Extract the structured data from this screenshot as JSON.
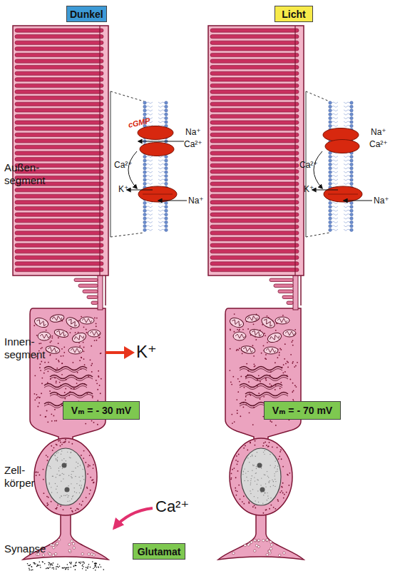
{
  "diagram": {
    "nodes": [
      {
        "text": [
          "Dunkel"
        ]
      },
      {
        "text": [
          "Licht"
        ]
      },
      {
        "text": [
          "Vₘ = - 30 mV"
        ]
      },
      {
        "text": [
          "Vₘ = - 70 mV"
        ]
      },
      {
        "text": [
          "Glutamat"
        ]
      }
    ],
    "labels": [
      "Außen- segment",
      "cGMP",
      "Na⁺",
      "Ca²⁺",
      "Ca²⁺",
      "K⁺",
      "Na⁺",
      "Na⁺",
      "Ca²⁺",
      "Ca²⁺",
      "K⁺",
      "Na⁺",
      "Innen- segment",
      "K⁺",
      "Zell- körper",
      "Ca²⁺",
      "Synapse"
    ]
  }
}
